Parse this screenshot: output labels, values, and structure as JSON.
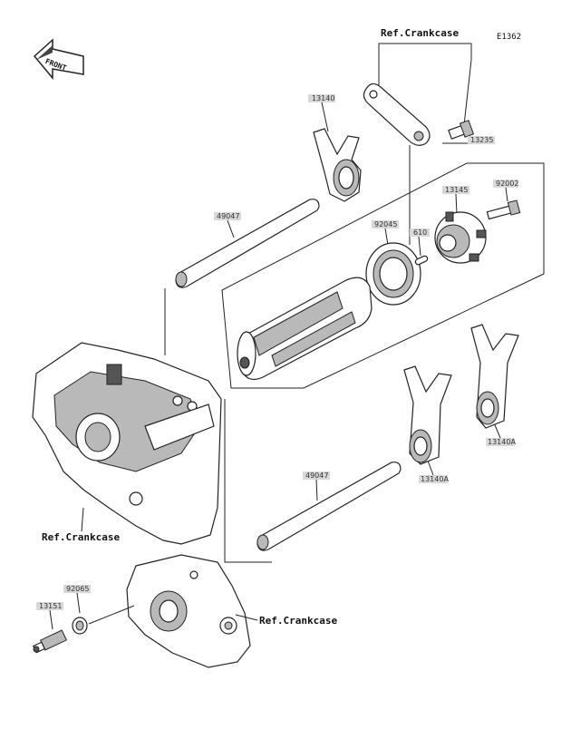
{
  "diagram_id": "E1362",
  "front_label": "FRONT",
  "refs": {
    "top": "Ref.Crankcase",
    "left": "Ref.Crankcase",
    "bottom": "Ref.Crankcase"
  },
  "parts": {
    "fork_top": "13140",
    "drum_assy": "13235",
    "bolt": "92002",
    "holder": "13145",
    "bearing": "92045",
    "pin": "610",
    "shaft_upper": "49047",
    "shaft_lower": "49047",
    "fork_mid": "13140A",
    "fork_right": "13140A",
    "washer": "92065",
    "sensor": "13151"
  }
}
